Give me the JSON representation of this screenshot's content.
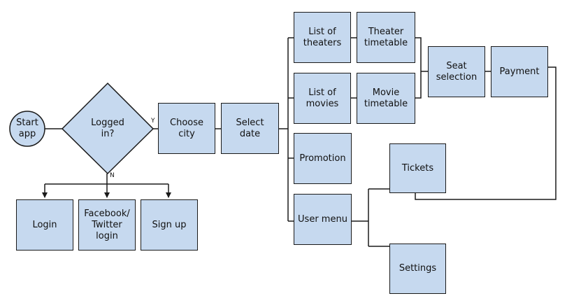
{
  "colors": {
    "node_fill": "#c6d9ef",
    "stroke": "#1a1a1a"
  },
  "nodes": {
    "start": "Start\napp",
    "logged_in": "Logged\nin?",
    "choose_city": "Choose\ncity",
    "select_date": "Select\ndate",
    "list_theaters": "List of\ntheaters",
    "theater_timetable": "Theater\ntimetable",
    "list_movies": "List of\nmovies",
    "movie_timetable": "Movie\ntimetable",
    "seat_selection": "Seat\nselection",
    "payment": "Payment",
    "promotion": "Promotion",
    "tickets": "Tickets",
    "user_menu": "User menu",
    "settings": "Settings",
    "login": "Login",
    "facebook_login": "Facebook/\nTwitter\nlogin",
    "sign_up": "Sign up"
  },
  "edge_labels": {
    "yes": "Y",
    "no": "N"
  }
}
